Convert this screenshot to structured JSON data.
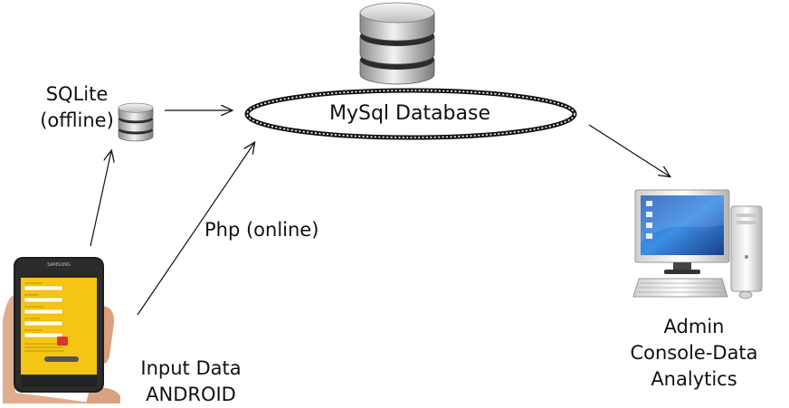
{
  "diagram": {
    "central_node": {
      "label": "MySql Database"
    },
    "sqlite_node": {
      "line1": "SQLite",
      "line2": "(offline)"
    },
    "connection_label": "Php (online)",
    "input_node": {
      "line1": "Input Data",
      "line2": "ANDROID"
    },
    "admin_node": {
      "line1": "Admin",
      "line2": "Console-Data",
      "line3": "Analytics"
    },
    "device_brand": "SAMSUNG",
    "edges": [
      {
        "from": "android-tablet",
        "to": "sqlite-db-icon"
      },
      {
        "from": "android-tablet",
        "to": "mysql-database-node"
      },
      {
        "from": "sqlite-db-icon",
        "to": "mysql-database-node"
      },
      {
        "from": "mysql-database-node",
        "to": "admin-computer"
      }
    ]
  }
}
